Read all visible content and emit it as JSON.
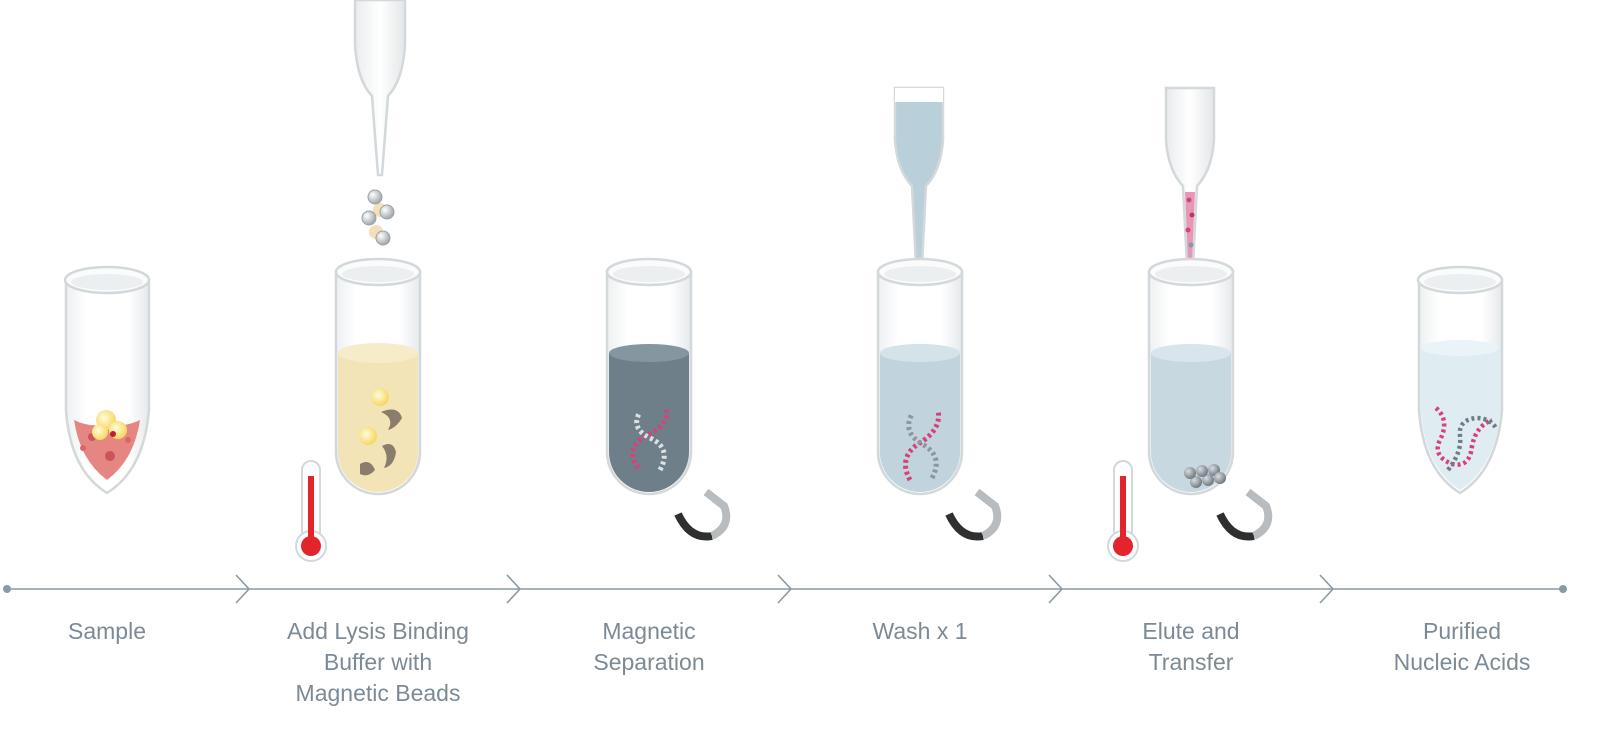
{
  "steps": [
    {
      "label": "Sample"
    },
    {
      "label": "Add Lysis Binding\nBuffer with\nMagnetic Beads"
    },
    {
      "label": "Magnetic\nSeparation"
    },
    {
      "label": "Wash x 1"
    },
    {
      "label": "Elute and\nTransfer"
    },
    {
      "label": "Purified\nNucleic Acids"
    }
  ],
  "colors": {
    "timeline": "#8a9aa5",
    "label": "#7b8a96",
    "tube_outline": "#d7dbde",
    "lysis_buffer": "#f3e4b8",
    "separation_liquid": "#6f7f89",
    "wash_liquid": "#c1d3dc",
    "elute_liquid": "#c7d8e1",
    "purified_liquid": "#dfedf3",
    "sample_red": "#e27e7c",
    "nucleic_pink": "#d6417a",
    "nucleic_gray": "#6f7d86",
    "thermometer_red": "#e3242b",
    "magnet_dark": "#2f2f2f",
    "magnet_light": "#b9bcbe",
    "bead": "#b8bec2"
  }
}
